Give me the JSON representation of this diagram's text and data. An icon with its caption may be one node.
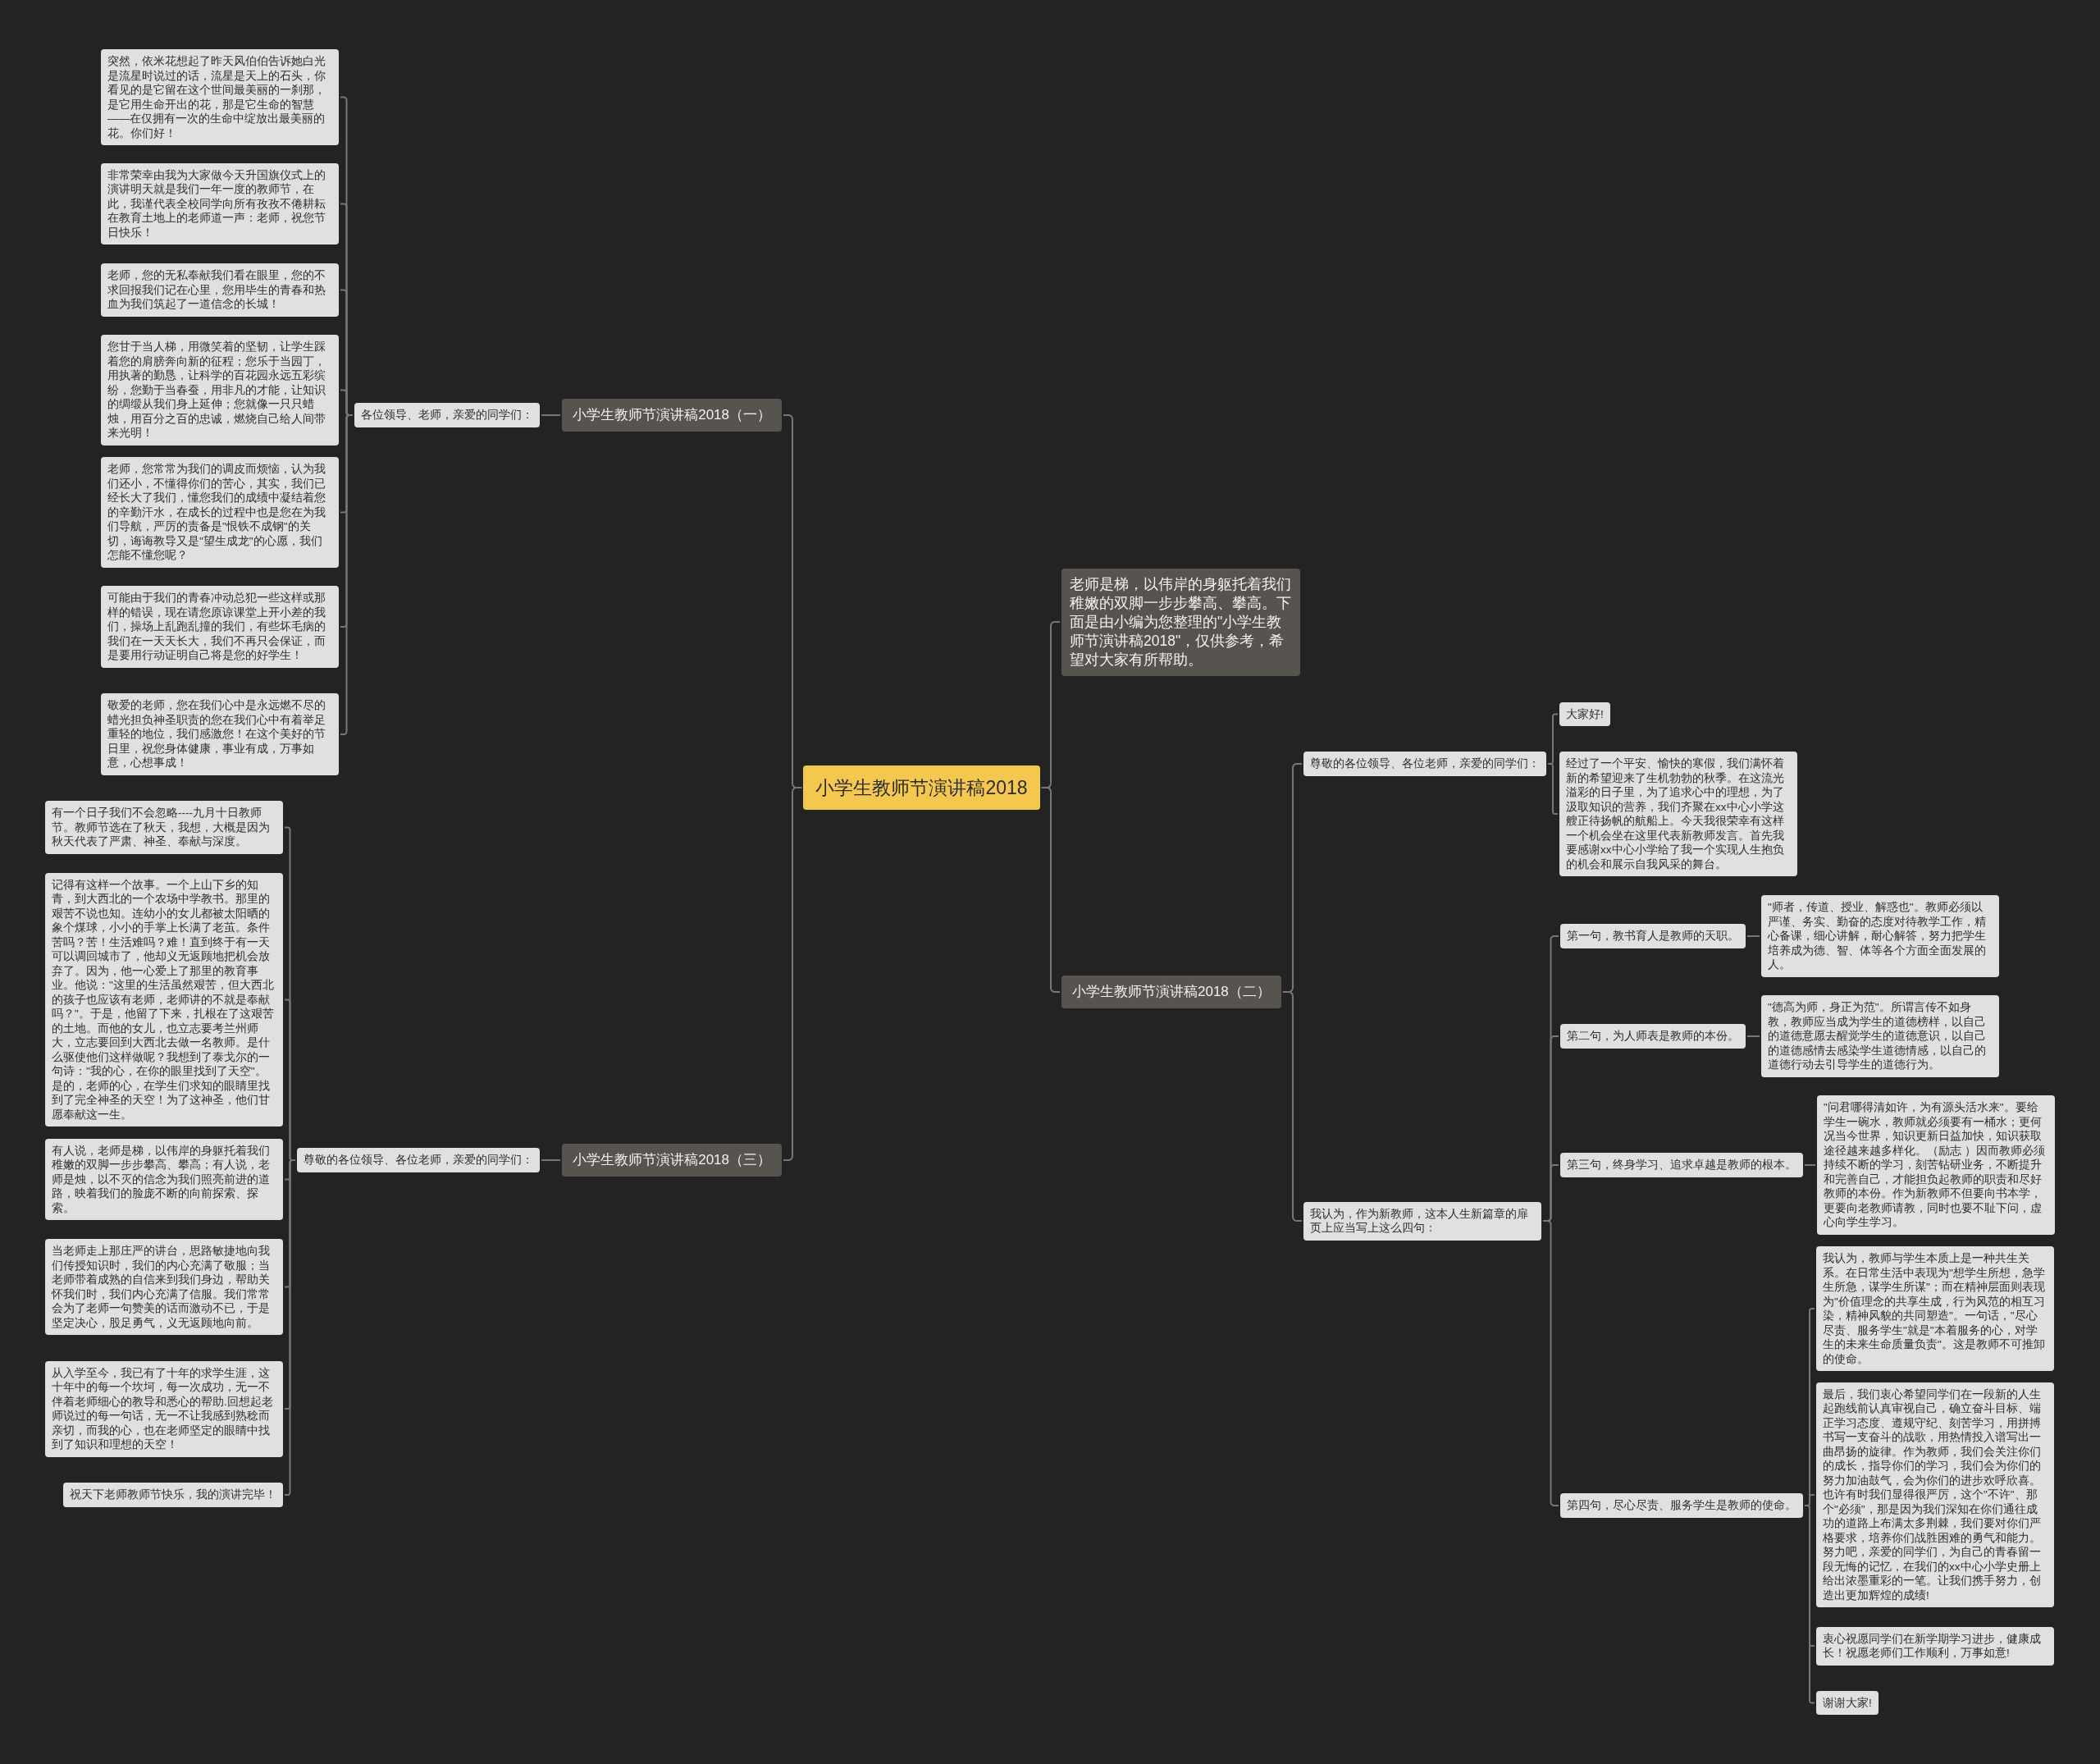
{
  "diagram": {
    "nodes": [
      {
        "text": [
          "小学生教师节演讲稿2018"
        ]
      },
      {
        "text": [
          "小学生教师节演讲稿2018（一）"
        ]
      },
      {
        "text": [
          "各位领导、老师，亲爱的同学们："
        ]
      },
      {
        "text": [
          "突然，依米花想起了昨天风伯伯告诉她白光是流星时说过的话，流星是天上的石头，你看见的是它留在这个世间最美丽的一刹那，是它用生命开出的花，那是它生命的智慧——在仅拥有一次的生命中绽放出最美丽的花。你们好！"
        ]
      },
      {
        "text": [
          "非常荣幸由我为大家做今天升国旗仪式上的演讲明天就是我们一年一度的教师节，在此，我谨代表全校同学向所有孜孜不倦耕耘在教育土地上的老师道一声：老师，祝您节日快乐！"
        ]
      },
      {
        "text": [
          "老师，您的无私奉献我们看在眼里，您的不求回报我们记在心里，您用毕生的青春和热血为我们筑起了一道信念的长城！"
        ]
      },
      {
        "text": [
          "您甘于当人梯，用微笑着的坚韧，让学生踩着您的肩膀奔向新的征程；您乐于当园丁，用执著的勤恳，让科学的百花园永远五彩缤纷，您勤于当春蚕，用非凡的才能，让知识的绸缎从我们身上延伸；您就像一只只蜡烛，用百分之百的忠诚，燃烧自己给人间带来光明！"
        ]
      },
      {
        "text": [
          "老师，您常常为我们的调皮而烦恼，认为我们还小，不懂得你们的苦心，其实，我们已经长大了我们，懂您我们的成绩中凝结着您的辛勤汗水，在成长的过程中也是您在为我们导航，严厉的责备是\"恨铁不成钢\"的关切，诲诲教导又是\"望生成龙\"的心愿，我们怎能不懂您呢？"
        ]
      },
      {
        "text": [
          "可能由于我们的青春冲动总犯一些这样或那样的错误，现在请您原谅课堂上开小差的我们，操场上乱跑乱撞的我们，有些坏毛病的我们在一天天长大，我们不再只会保证，而是要用行动证明自己将是您的好学生！"
        ]
      },
      {
        "text": [
          "敬爱的老师，您在我们心中是永远燃不尽的蜡光担负神圣职责的您在我们心中有着举足重轻的地位，我们感激您！在这个美好的节日里，祝您身体健康，事业有成，万事如意，心想事成！"
        ]
      },
      {
        "text": [
          "老师是梯，以伟岸的身躯托着我们稚嫩的双脚一步步攀高、攀高。下面是由小编为您整理的\"小学生教师节演讲稿2018\"，仅供参考，希望对大家有所帮助。"
        ]
      },
      {
        "text": [
          "小学生教师节演讲稿2018（二）"
        ]
      },
      {
        "text": [
          "尊敬的各位领导、各位老师，亲爱的同学们："
        ]
      },
      {
        "text": [
          "大家好!"
        ]
      },
      {
        "text": [
          "经过了一个平安、愉快的寒假，我们满怀着新的希望迎来了生机勃勃的秋季。在这流光溢彩的日子里，为了追求心中的理想，为了汲取知识的营养，我们齐聚在xx中心小学这艘正待扬帆的航船上。今天我很荣幸有这样一个机会坐在这里代表新教师发言。首先我要感谢xx中心小学给了我一个实现人生抱负的机会和展示自我风采的舞台。"
        ]
      },
      {
        "text": [
          "我认为，作为新教师，这本人生新篇章的扉页上应当写上这么四句："
        ]
      },
      {
        "text": [
          "第一句，教书育人是教师的天职。"
        ]
      },
      {
        "text": [
          "\"师者，传道、授业、解惑也\"。教师必须以严谨、务实、勤奋的态度对待教学工作，精心备课，细心讲解，耐心解答，努力把学生培养成为德、智、体等各个方面全面发展的人。"
        ]
      },
      {
        "text": [
          "第二句，为人师表是教师的本份。"
        ]
      },
      {
        "text": [
          "\"德高为师，身正为范\"。所谓言传不如身教，教师应当成为学生的道德榜样，以自己的道德意愿去醒觉学生的道德意识，以自己的道德感情去感染学生道德情感，以自己的道德行动去引导学生的道德行为。"
        ]
      },
      {
        "text": [
          "第三句，终身学习、追求卓越是教师的根本。"
        ]
      },
      {
        "text": [
          "\"问君哪得清如许，为有源头活水来\"。要给学生一碗水，教师就必须要有一桶水；更何况当今世界，知识更新日益加快，知识获取途径越来越多样化。（励志 ）因而教师必须持续不断的学习，刻苦钻研业务，不断提升和完善自己，才能担负起教师的职责和尽好教师的本份。作为新教师不但要向书本学，更要向老教师请教，同时也要不耻下问，虚心向学生学习。"
        ]
      },
      {
        "text": [
          "第四句，尽心尽责、服务学生是教师的使命。"
        ]
      },
      {
        "text": [
          "我认为，教师与学生本质上是一种共生关系。在日常生活中表现为\"想学生所想，急学生所急，谋学生所谋\"；而在精神层面则表现为\"价值理念的共享生成，行为风范的相互习染，精神风貌的共同塑造\"。一句话，\"尽心尽责、服务学生\"就是\"本着服务的心，对学生的未来生命质量负责\"。这是教师不可推卸的使命。"
        ]
      },
      {
        "text": [
          "最后，我们衷心希望同学们在一段新的人生起跑线前认真审视自己，确立奋斗目标、端正学习态度、遵规守纪、刻苦学习，用拼搏书写一支奋斗的战歌，用热情投入谱写出一曲昂扬的旋律。作为教师，我们会关注你们的成长，指导你们的学习，我们会为你们的努力加油鼓气，会为你们的进步欢呼欣喜。也许有时我们显得很严厉，这个\"不许\"、那个\"必须\"，那是因为我们深知在你们通往成功的道路上布满太多荆棘，我们要对你们严格要求，培养你们战胜困难的勇气和能力。努力吧，亲爱的同学们，为自己的青春留一段无悔的记忆，在我们的xx中心小学史册上给出浓墨重彩的一笔。让我们携手努力，创造出更加辉煌的成绩!"
        ]
      },
      {
        "text": [
          "衷心祝愿同学们在新学期学习进步，健康成长！祝愿老师们工作顺利，万事如意!"
        ]
      },
      {
        "text": [
          "谢谢大家!"
        ]
      },
      {
        "text": [
          "小学生教师节演讲稿2018（三）"
        ]
      },
      {
        "text": [
          "尊敬的各位领导、各位老师，亲爱的同学们："
        ]
      },
      {
        "text": [
          "有一个日子我们不会忽略----九月十日教师节。教师节选在了秋天，我想，大概是因为秋天代表了严肃、神圣、奉献与深度。"
        ]
      },
      {
        "text": [
          "记得有这样一个故事。一个上山下乡的知青，到大西北的一个农场中学教书。那里的艰苦不说也知。连幼小的女儿都被太阳晒的象个煤球，小小的手掌上长满了老茧。条件苦吗？苦！生活难吗？难！直到终于有一天可以调回城市了，他却义无返顾地把机会放弃了。因为，他一心爱上了那里的教育事业。他说：\"这里的生活虽然艰苦，但大西北的孩子也应该有老师，老师讲的不就是奉献吗？\"。于是，他留了下来，扎根在了这艰苦的土地。而他的女儿，也立志要考兰州师大，立志要回到大西北去做一名教师。是什么驱使他们这样做呢？我想到了泰戈尔的一句诗：\"我的心，在你的眼里找到了天空\"。是的，老师的心，在学生们求知的眼睛里找到了完全神圣的天空！为了这神圣，他们甘愿奉献这一生。"
        ]
      },
      {
        "text": [
          "有人说，老师是梯，以伟岸的身躯托着我们稚嫩的双脚一步步攀高、攀高；有人说，老师是烛，以不灭的信念为我们照亮前进的道路，映着我们的脸庞不断的向前探索、探索。"
        ]
      },
      {
        "text": [
          "当老师走上那庄严的讲台，思路敏捷地向我们传授知识时，我们的内心充满了敬服；当老师带着成熟的自信来到我们身边，帮助关怀我们时，我们内心充满了信服。我们常常会为了老师一句赞美的话而激动不已，于是坚定决心，股足勇气，义无返顾地向前。"
        ]
      },
      {
        "text": [
          "从入学至今，我已有了十年的求学生涯，这十年中的每一个坎坷，每一次成功，无一不伴着老师细心的教导和悉心的帮助.回想起老师说过的每一句话，无一不让我感到熟稔而亲切，而我的心，也在老师坚定的眼睛中找到了知识和理想的天空！"
        ]
      },
      {
        "text": [
          "祝天下老师教师节快乐，我的演讲完毕！"
        ]
      }
    ],
    "edges": [
      {
        "from": 0,
        "to": 1,
        "arrow": "none"
      },
      {
        "from": 1,
        "to": 2,
        "arrow": "none"
      },
      {
        "from": 2,
        "to": 3,
        "arrow": "none"
      },
      {
        "from": 2,
        "to": 4,
        "arrow": "none"
      },
      {
        "from": 2,
        "to": 5,
        "arrow": "none"
      },
      {
        "from": 2,
        "to": 6,
        "arrow": "none"
      },
      {
        "from": 2,
        "to": 7,
        "arrow": "none"
      },
      {
        "from": 2,
        "to": 8,
        "arrow": "none"
      },
      {
        "from": 2,
        "to": 9,
        "arrow": "none"
      },
      {
        "from": 0,
        "to": 10,
        "arrow": "none"
      },
      {
        "from": 0,
        "to": 11,
        "arrow": "none"
      },
      {
        "from": 11,
        "to": 12,
        "arrow": "none"
      },
      {
        "from": 12,
        "to": 13,
        "arrow": "none"
      },
      {
        "from": 12,
        "to": 14,
        "arrow": "none"
      },
      {
        "from": 11,
        "to": 15,
        "arrow": "none"
      },
      {
        "from": 15,
        "to": 16,
        "arrow": "none"
      },
      {
        "from": 16,
        "to": 17,
        "arrow": "none"
      },
      {
        "from": 15,
        "to": 18,
        "arrow": "none"
      },
      {
        "from": 18,
        "to": 19,
        "arrow": "none"
      },
      {
        "from": 15,
        "to": 20,
        "arrow": "none"
      },
      {
        "from": 20,
        "to": 21,
        "arrow": "none"
      },
      {
        "from": 15,
        "to": 22,
        "arrow": "none"
      },
      {
        "from": 22,
        "to": 23,
        "arrow": "none"
      },
      {
        "from": 22,
        "to": 24,
        "arrow": "none"
      },
      {
        "from": 22,
        "to": 25,
        "arrow": "none"
      },
      {
        "from": 22,
        "to": 26,
        "arrow": "none"
      },
      {
        "from": 0,
        "to": 27,
        "arrow": "none"
      },
      {
        "from": 27,
        "to": 28,
        "arrow": "none"
      },
      {
        "from": 28,
        "to": 29,
        "arrow": "none"
      },
      {
        "from": 28,
        "to": 30,
        "arrow": "none"
      },
      {
        "from": 28,
        "to": 31,
        "arrow": "none"
      },
      {
        "from": 28,
        "to": 32,
        "arrow": "none"
      },
      {
        "from": 28,
        "to": 33,
        "arrow": "none"
      },
      {
        "from": 28,
        "to": 34,
        "arrow": "none"
      }
    ]
  }
}
